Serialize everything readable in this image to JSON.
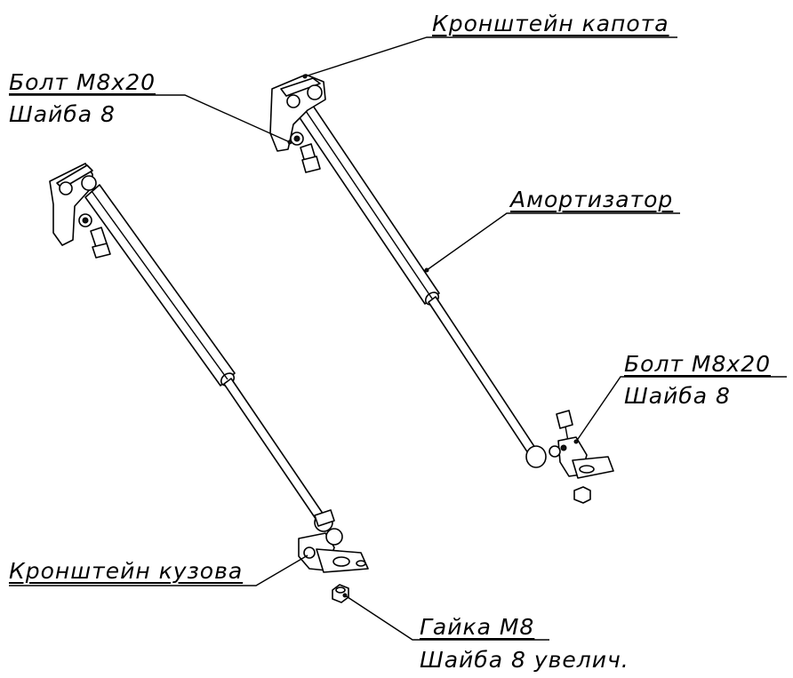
{
  "labels": {
    "bracket_hood": "Кронштейн капота",
    "bolt_top": "Болт М8х20",
    "washer_top": "Шайба 8",
    "shock_absorber": "Амортизатор",
    "bolt_right": "Болт М8х20",
    "washer_right": "Шайба 8",
    "bracket_body": "Кронштейн кузова",
    "nut": "Гайка М8",
    "washer_enlarged": "Шайба 8 увелич."
  }
}
